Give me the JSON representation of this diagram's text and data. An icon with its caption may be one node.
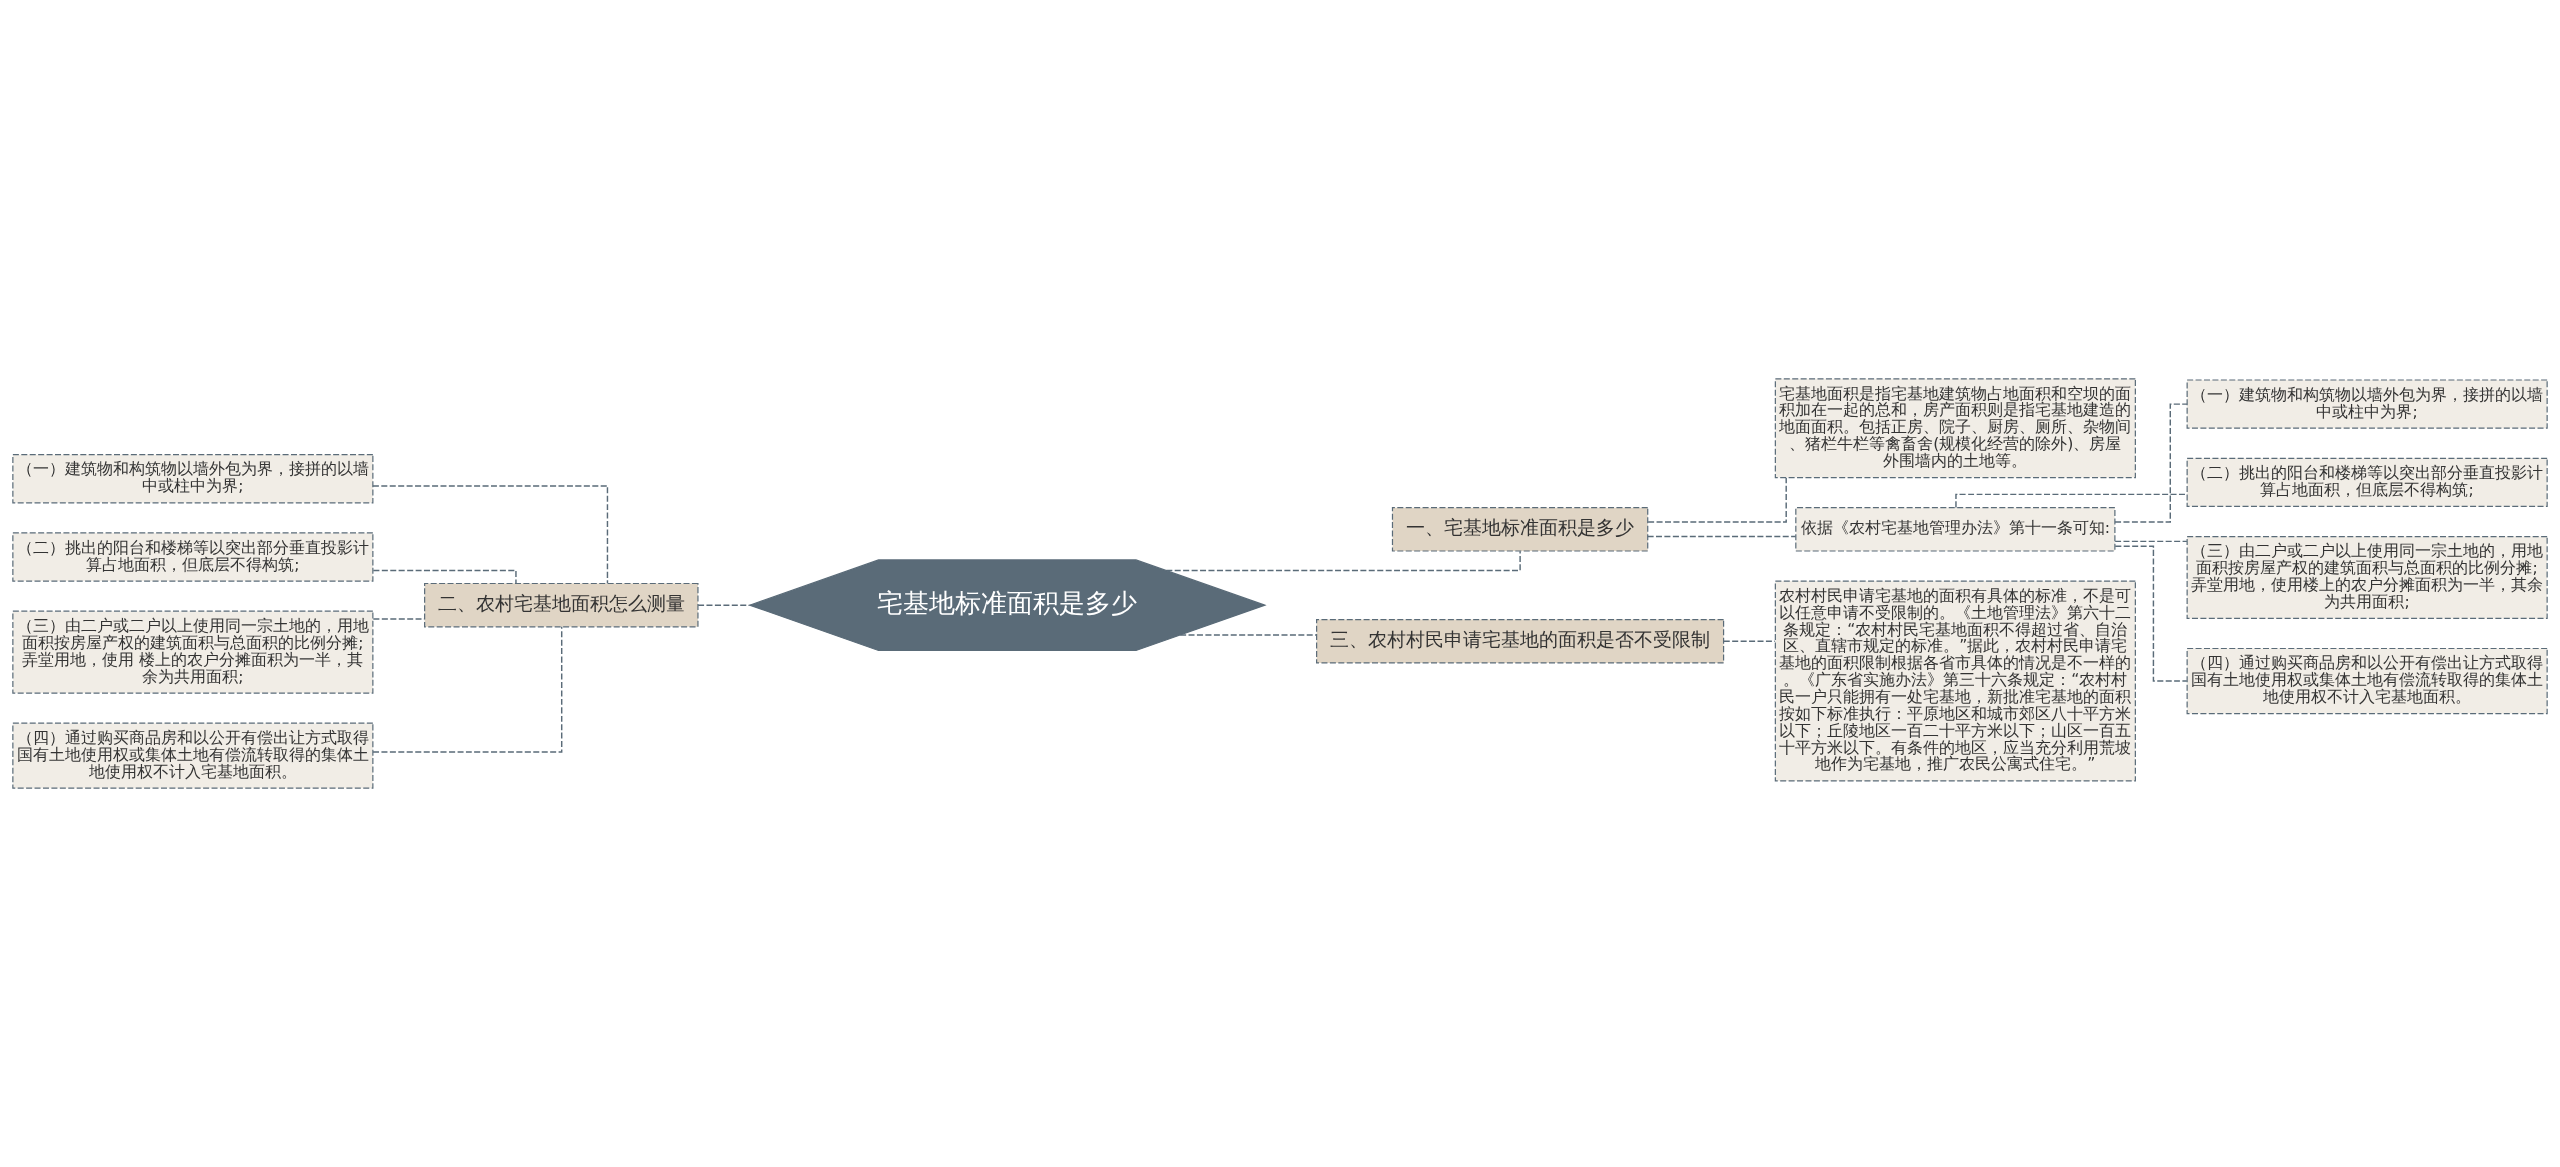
{
  "diagram": {
    "nodes": [
      {
        "text": [
          "宅基地标准面积是多少"
        ]
      },
      {
        "text": [
          "一、宅基地标准面积是多少"
        ]
      },
      {
        "text": [
          "宅基地面积是指宅基地建筑物占地面积和空坝的面积加在一起的总和，房产面积则是指宅基地建造的地面面积。包括正房、院子、厨房、厕所、杂物间、猪栏牛栏等禽畜舍(规模化经营的除外)、房屋外围墙内的土地等。"
        ]
      },
      {
        "text": [
          "依据《农村宅基地管理办法》第十一条可知:"
        ]
      },
      {
        "text": [
          "（一）建筑物和构筑物以墙外包为界，接拼的以墙中或柱中为界;"
        ]
      },
      {
        "text": [
          "（二）挑出的阳台和楼梯等以突出部分垂直投影计算占地面积，但底层不得构筑;"
        ]
      },
      {
        "text": [
          "（三）由二户或二户以上使用同一宗土地的，用地面积按房屋产权的建筑面积与总面积的比例分摊;弄堂用地，使用楼上的农户分摊面积为一半，其余为共用面积;"
        ]
      },
      {
        "text": [
          "（四）通过购买商品房和以公开有偿出让方式取得国有土地使用权或集体土地有偿流转取得的集体土地使用权不计入宅基地面积。"
        ]
      },
      {
        "text": [
          "二、农村宅基地面积怎么测量"
        ]
      },
      {
        "text": [
          "（一）建筑物和构筑物以墙外包为界，接拼的以墙中或柱中为界;"
        ]
      },
      {
        "text": [
          "（二）挑出的阳台和楼梯等以突出部分垂直投影计算占地面积，但底层不得构筑;"
        ]
      },
      {
        "text": [
          "（三）由二户或二户以上使用同一宗土地的，用地面积按房屋产权的建筑面积与总面积的比例分摊;弄堂用地，使用 楼上的农户分摊面积为一半，其余为共用面积;"
        ]
      },
      {
        "text": [
          "（四）通过购买商品房和以公开有偿出让方式取得国有土地使用权或集体土地有偿流转取得的集体土地使用权不计入宅基地面积。"
        ]
      },
      {
        "text": [
          "三、农村村民申请宅基地的面积是否不受限制"
        ]
      },
      {
        "text": [
          "农村村民申请宅基地的面积有具体的标准，不是可以任意申请不受限制的。《土地管理法》第六十二条规定：“农村村民宅基地面积不得超过省、自治区、直辖市规定的标准。”据此，农村村民申请宅基地的面积限制根据各省市具体的情况是不一样的。《广东省实施办法》第三十六条规定：“农村村民一户只能拥有一处宅基地，新批准宅基地的面积按如下标准执行：平原地区和城市郊区八十平方米以下；丘陵地区一百二十平方米以下；山区一百五十平方米以下。有条件的地区，应当充分利用荒坡地作为宅基地，推广农民公寓式住宅。”"
        ]
      }
    ],
    "edges": [
      {
        "from": 0,
        "to": 1,
        "arrow": "none"
      },
      {
        "from": 1,
        "to": 2,
        "arrow": "none"
      },
      {
        "from": 1,
        "to": 3,
        "arrow": "none"
      },
      {
        "from": 3,
        "to": 4,
        "arrow": "none"
      },
      {
        "from": 3,
        "to": 5,
        "arrow": "none"
      },
      {
        "from": 3,
        "to": 6,
        "arrow": "none"
      },
      {
        "from": 3,
        "to": 7,
        "arrow": "none"
      },
      {
        "from": 0,
        "to": 8,
        "arrow": "none"
      },
      {
        "from": 8,
        "to": 9,
        "arrow": "none"
      },
      {
        "from": 8,
        "to": 10,
        "arrow": "none"
      },
      {
        "from": 8,
        "to": 11,
        "arrow": "none"
      },
      {
        "from": 8,
        "to": 12,
        "arrow": "none"
      },
      {
        "from": 0,
        "to": 13,
        "arrow": "none"
      },
      {
        "from": 13,
        "to": 14,
        "arrow": "none"
      }
    ]
  }
}
